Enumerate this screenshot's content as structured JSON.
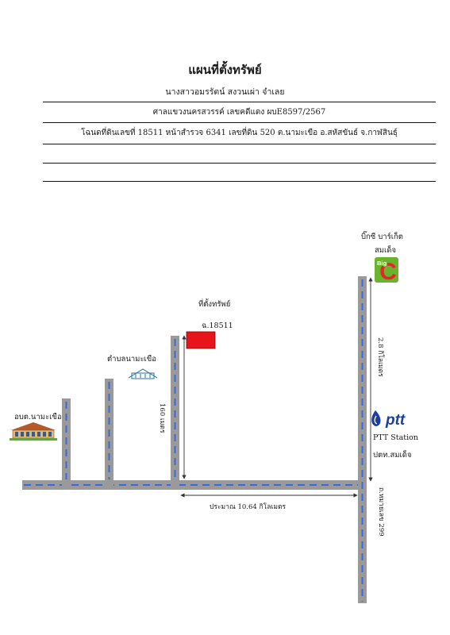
{
  "header": {
    "title": "แผนที่ตั้งทรัพย์",
    "owner_line": "นางสาวอมรรัตน์ สงวนเผ่า จำเลย",
    "court_line": "ศาลแขวงนครสวรรค์ เลขคดีแดง ผบE8597/2567",
    "deed_line": "โฉนดที่ดินเลขที่  18511 หน้าสำรวจ 6341 เลขที่ดิน 520 ต.นามะเขือ อ.สหัสขันธ์ จ.กาฬสินธุ์"
  },
  "map": {
    "property_title": "ที่ตั้งทรัพย์",
    "property_deed": "ฉ.18511",
    "subdistrict_label": "ตำบลนามะเขือ",
    "sao_label": "อบต.นามะเขือ",
    "bigc_line1": "บิ๊กซี บาร์เก็ต",
    "bigc_line2": "สมเด็จ",
    "bigc_logo_text": "C",
    "bigc_logo_small": "Big",
    "ptt_logo_text": "ptt",
    "ptt_station": "PTT Station",
    "ptt_thai": "ปตท.สมเด็จ",
    "dist_160": "160 เมตร",
    "dist_2_8": "2.8 กิโลเมตร",
    "dist_10_64": "ประมาณ 10.64  กิโลเมตร",
    "highway_label": "ถ.หมายเลข 299",
    "colors": {
      "road": "#9a9a9a",
      "road_dash": "#3a6ad6",
      "property": "#e8141b",
      "bigc_green": "#6ab42c",
      "bigc_red": "#e3262b",
      "ptt_blue": "#1b3f9a"
    }
  }
}
